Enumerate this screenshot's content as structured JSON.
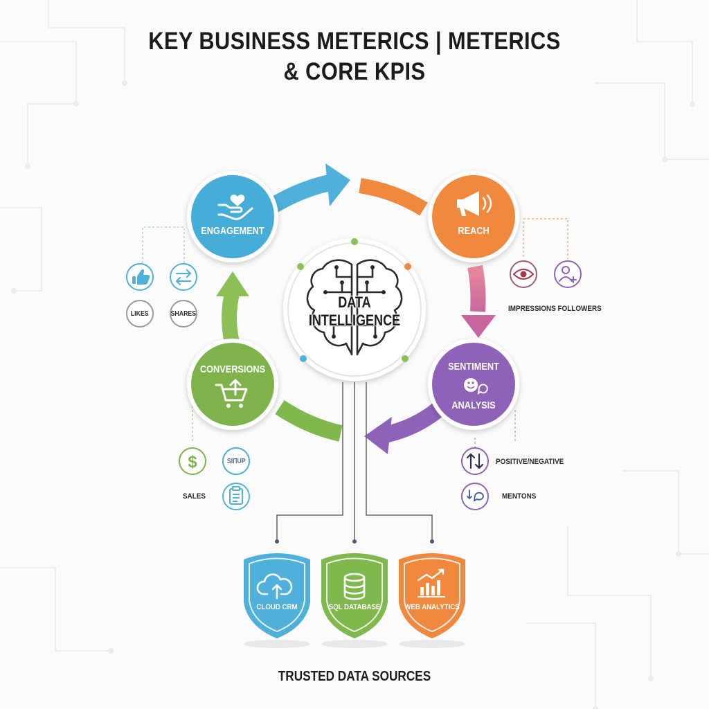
{
  "title": {
    "line1": "KEY BUSINESS METERICS | METERICS",
    "line2": "& CORE KPIS"
  },
  "center": {
    "line1": "DATA",
    "line2": "INTELLIGENCE",
    "icon": "brain-circuit-icon"
  },
  "kpis": {
    "engagement": {
      "label": "ENGAGEMENT",
      "color": "#46acd8",
      "icon": "heart-hand-icon"
    },
    "reach": {
      "label": "REACH",
      "color": "#f0883e",
      "icon": "megaphone-icon"
    },
    "sentiment": {
      "line1": "SENTIMENT",
      "line2": "ANALYSIS",
      "color": "#8d62b8",
      "icon": "smiley-chat-icon"
    },
    "conversions": {
      "label": "CONVERSIONS",
      "color": "#7fb24a",
      "icon": "cart-arrow-icon"
    }
  },
  "engagement_metrics": {
    "likes": "LIKES",
    "shares": "SHARES",
    "likes_icon": "thumbs-up-icon",
    "shares_icon": "swap-arrows-icon"
  },
  "reach_metrics": {
    "caption": "IMPRESSIONS FOLLOWERS",
    "impressions_icon": "eye-icon",
    "followers_icon": "add-user-icon"
  },
  "sentiment_metrics": {
    "positive_negative": "POSITIVE/NEGATIVE",
    "mentions": "MENTONS",
    "posneg_icon": "up-down-arrows-icon",
    "mentions_icon": "mention-chat-icon"
  },
  "conversion_metrics": {
    "sales": "SALES",
    "badge": "SIΠUP",
    "sales_icon": "dollar-icon",
    "clipboard_icon": "clipboard-icon"
  },
  "sources": {
    "items": [
      {
        "label": "CLOUD CRM",
        "color": "#4fb0dc",
        "icon": "cloud-upload-icon"
      },
      {
        "label": "SQL DATABASE",
        "color": "#80b84e",
        "icon": "database-icon"
      },
      {
        "label": "WEB ANALYTICS",
        "color": "#f0883e",
        "icon": "bar-chart-icon"
      }
    ],
    "footer": "TRUSTED DATA SOURCES"
  },
  "colors": {
    "grey": "#a7a7a7",
    "dot_green": "#8dbf57",
    "dot_orange": "#f0883e",
    "dot_blue": "#4fb0dc"
  }
}
